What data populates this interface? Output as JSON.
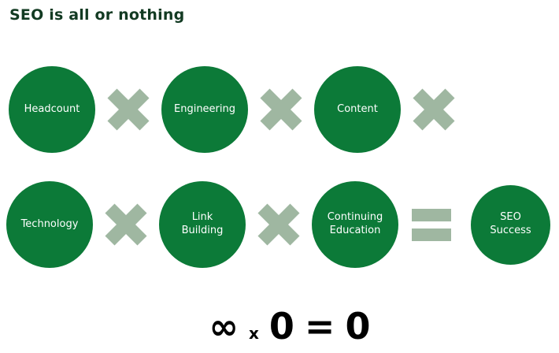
{
  "title": "SEO is all or nothing",
  "colors": {
    "background": "#ffffff",
    "circle-fill": "#0c7a38",
    "circle-text": "#ffffff",
    "operator-fill": "#9fb7a1",
    "title-text": "#123a22",
    "formula-text": "#000000"
  },
  "rows": [
    {
      "items": [
        {
          "type": "circle",
          "label": "Headcount"
        },
        {
          "type": "multiply",
          "icon": "multiply-icon"
        },
        {
          "type": "circle",
          "label": "Engineering"
        },
        {
          "type": "multiply",
          "icon": "multiply-icon"
        },
        {
          "type": "circle",
          "label": "Content"
        },
        {
          "type": "multiply",
          "icon": "multiply-icon"
        }
      ]
    },
    {
      "items": [
        {
          "type": "circle",
          "label": "Technology"
        },
        {
          "type": "multiply",
          "icon": "multiply-icon"
        },
        {
          "type": "circle",
          "label": "Link Building"
        },
        {
          "type": "multiply",
          "icon": "multiply-icon"
        },
        {
          "type": "circle",
          "label": "Continuing Education"
        },
        {
          "type": "equals",
          "icon": "equals-icon"
        },
        {
          "type": "circle",
          "label": "SEO Success"
        }
      ]
    }
  ],
  "formula": {
    "infinity": "∞",
    "multiply": "x",
    "zero": "0",
    "equals": "=",
    "result": "0"
  }
}
